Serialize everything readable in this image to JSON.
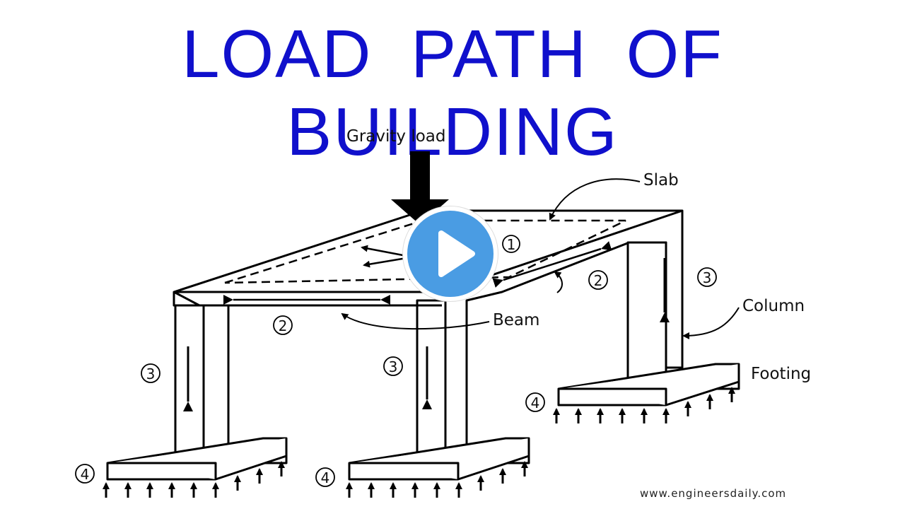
{
  "title": "LOAD PATH OF BUILDING",
  "colors": {
    "title": "#1010cc",
    "play": "#4a9ce3",
    "line": "#000000"
  },
  "labels": {
    "gravity_load": "Gravity load",
    "slab": "Slab",
    "beam": "Beam",
    "column": "Column",
    "footing": "Footing"
  },
  "steps": {
    "one": "1",
    "two": "2",
    "three": "3",
    "four": "4"
  },
  "watermark": "www.engineersdaily.com",
  "icons": {
    "play": "play-icon"
  }
}
